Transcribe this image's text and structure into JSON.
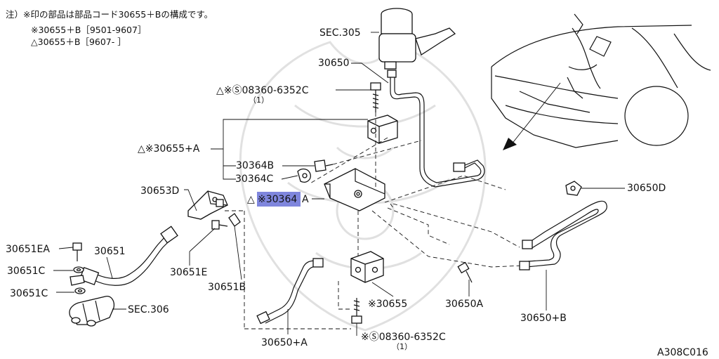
{
  "notes": {
    "line1": "注）※印の部品は部品コード30655＋Bの構成です。",
    "line2": "※30655＋B［9501-9607］",
    "line3": "△30655＋B［9607-       ］"
  },
  "labels": {
    "sec305": "SEC.305",
    "p30650": "30650",
    "bolt_top": "△※Ⓢ08360-6352C",
    "bolt_top_qty": "（1）",
    "p30655a": "△※30655+A",
    "p30364b": "30364B",
    "p30364c": "30364C",
    "p30364a_prefix": "△",
    "p30364a_code": "※30364",
    "p30364a_suffix": "A",
    "p30653d": "30653D",
    "p30650d": "30650D",
    "p30651ea": "30651EA",
    "p30651": "30651",
    "p30651c_1": "30651C",
    "p30651e": "30651E",
    "p30651c_2": "30651C",
    "p30651b": "30651B",
    "sec306": "SEC.306",
    "p30655": "※30655",
    "p30650a": "30650A",
    "p30650b": "30650+B",
    "p30650a_pipe": "30650+A",
    "bolt_bottom": "※Ⓢ08360-6352C",
    "bolt_bottom_qty": "（1）",
    "figure_code": "A308C016"
  },
  "colors": {
    "highlight": "#7f86dd",
    "ink": "#111111",
    "watermark": "#d9d9d9"
  }
}
